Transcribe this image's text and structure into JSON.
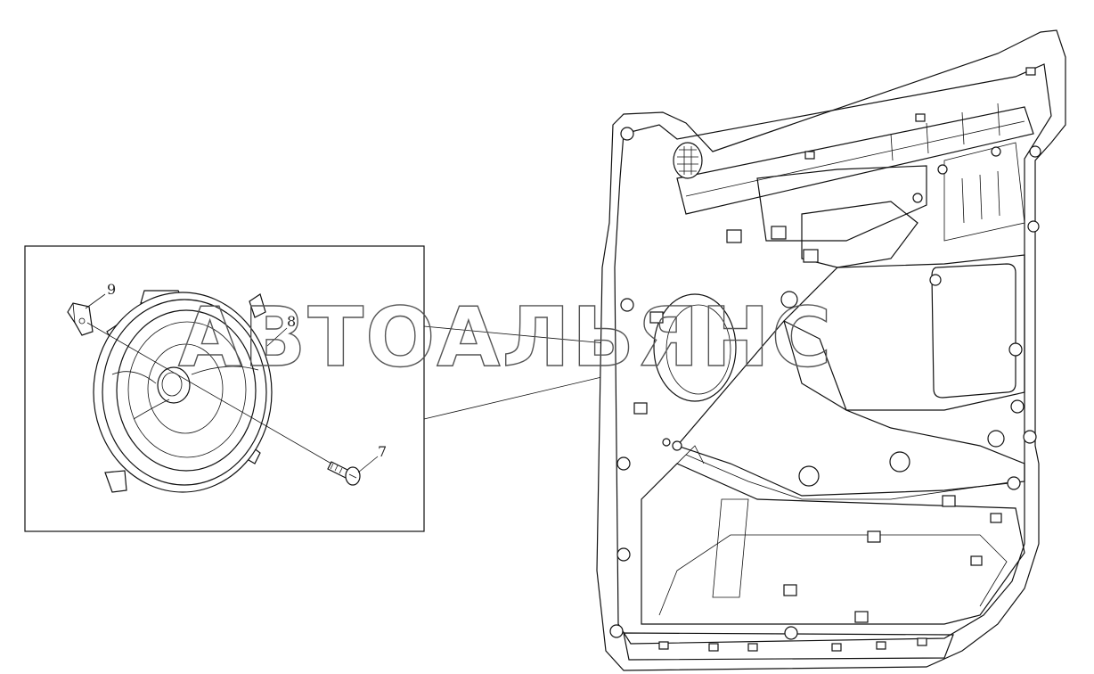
{
  "watermark": {
    "text": "АВТОАЛЬЯНС"
  },
  "callouts": [
    {
      "number": "9",
      "part": "bracket"
    },
    {
      "number": "8",
      "part": "speaker"
    },
    {
      "number": "7",
      "part": "screw"
    }
  ],
  "colors": {
    "line": "#111111",
    "watermark": "#555555",
    "background": "#ffffff"
  }
}
